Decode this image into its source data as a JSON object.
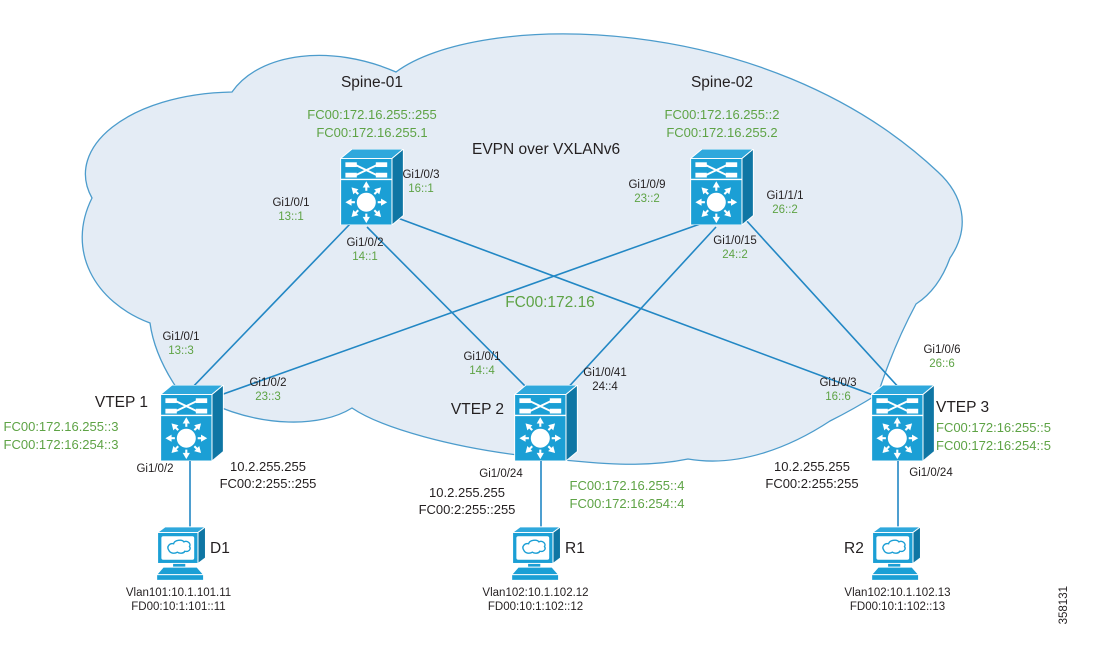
{
  "diagram": {
    "overlay_title": "EVPN over VXLANv6",
    "underlay_network": "FC00:172.16",
    "figure_number": "358131",
    "colors": {
      "node_blue": "#1B9FD5",
      "node_blue_dark": "#0F76A4",
      "node_blue_top": "#2FA8DC",
      "link_blue": "#2287C4",
      "cloud_fill": "#E4ECF5",
      "cloud_stroke": "#4C9CCC",
      "address_green": "#5EA345",
      "text_black": "#231F20"
    },
    "nodes": {
      "spine1": {
        "name": "Spine-01",
        "addr1": "FC00:172.16.255::255",
        "addr2": "FC00:172.16.255.1"
      },
      "spine2": {
        "name": "Spine-02",
        "addr1": "FC00:172.16.255::2",
        "addr2": "FC00:172.16.255.2"
      },
      "vtep1": {
        "name": "VTEP 1",
        "addr1": "FC00:172.16.255::3",
        "addr2": "FC00:172:16:254::3",
        "loop1": "10.2.255.255",
        "loop2": "FC00:2:255::255",
        "access_if": "Gi1/0/2"
      },
      "vtep2": {
        "name": "VTEP 2",
        "addr1": "FC00:172.16.255::4",
        "addr2": "FC00:172:16:254::4",
        "loop1": "10.2.255.255",
        "loop2": "FC00:2:255::255",
        "access_if": "Gi1/0/24"
      },
      "vtep3": {
        "name": "VTEP 3",
        "addr1": "FC00:172:16:255::5",
        "addr2": "FC00:172:16:254::5",
        "loop1": "10.2.255.255",
        "loop2": "FC00:2:255:255",
        "access_if": "Gi1/0/24"
      },
      "d1": {
        "name": "D1",
        "line1": "Vlan101:10.1.101.11",
        "line2": "FD00:10:1:101::11"
      },
      "r1": {
        "name": "R1",
        "line1": "Vlan102:10.1.102.12",
        "line2": "FD00:10:1:102::12"
      },
      "r2": {
        "name": "R2",
        "line1": "Vlan102:10.1.102.13",
        "line2": "FD00:10:1:102::13"
      }
    },
    "interfaces": {
      "s1_a": {
        "port": "Gi1/0/1",
        "ip": "13::1"
      },
      "s1_b": {
        "port": "Gi1/0/2",
        "ip": "14::1"
      },
      "s1_c": {
        "port": "Gi1/0/3",
        "ip": "16::1"
      },
      "s2_a": {
        "port": "Gi1/0/9",
        "ip": "23::2"
      },
      "s2_b": {
        "port": "Gi1/0/15",
        "ip": "24::2"
      },
      "s2_c": {
        "port": "Gi1/1/1",
        "ip": "26::2"
      },
      "v1_a": {
        "port": "Gi1/0/1",
        "ip": "13::3"
      },
      "v1_b": {
        "port": "Gi1/0/2",
        "ip": "23::3"
      },
      "v2_a": {
        "port": "Gi1/0/1",
        "ip": "14::4"
      },
      "v2_b": {
        "port": "Gi1/0/41",
        "ip": "24::4"
      },
      "v3_a": {
        "port": "Gi1/0/3",
        "ip": "16::6"
      },
      "v3_b": {
        "port": "Gi1/0/6",
        "ip": "26::6"
      }
    },
    "links": [
      {
        "from": "Spine-01 Gi1/0/1",
        "to": "VTEP 1 Gi1/0/1",
        "subnet": "13"
      },
      {
        "from": "Spine-01 Gi1/0/2",
        "to": "VTEP 2 Gi1/0/1",
        "subnet": "14"
      },
      {
        "from": "Spine-01 Gi1/0/3",
        "to": "VTEP 3 Gi1/0/3",
        "subnet": "16"
      },
      {
        "from": "Spine-02 Gi1/0/9",
        "to": "VTEP 1 Gi1/0/2",
        "subnet": "23"
      },
      {
        "from": "Spine-02 Gi1/0/15",
        "to": "VTEP 2 Gi1/0/41",
        "subnet": "24"
      },
      {
        "from": "Spine-02 Gi1/1/1",
        "to": "VTEP 3 Gi1/0/6",
        "subnet": "26"
      },
      {
        "from": "VTEP 1 Gi1/0/2",
        "to": "D1"
      },
      {
        "from": "VTEP 2 Gi1/0/24",
        "to": "R1"
      },
      {
        "from": "VTEP 3 Gi1/0/24",
        "to": "R2"
      }
    ]
  }
}
